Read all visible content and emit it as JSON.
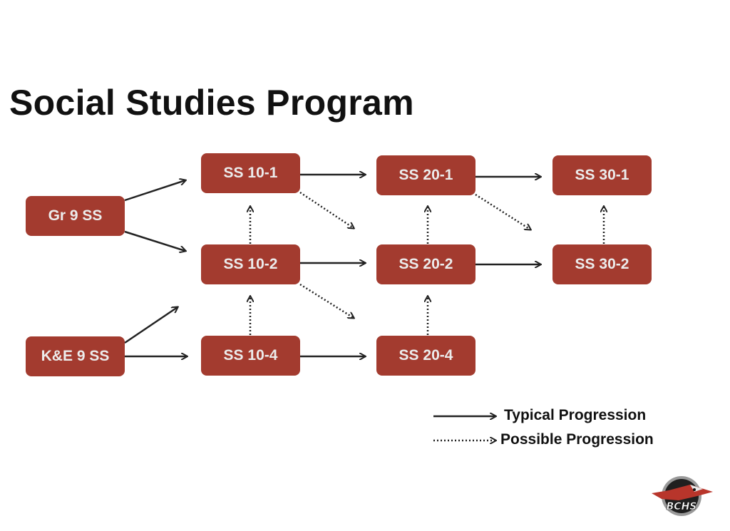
{
  "title": "Social Studies Program",
  "colors": {
    "node": "#a33b2f",
    "node_text": "#ececec",
    "arrow": "#222222"
  },
  "nodes": {
    "gr9": "Gr 9 SS",
    "ke9": "K&E 9 SS",
    "ss10_1": "SS 10-1",
    "ss10_2": "SS 10-2",
    "ss10_4": "SS 10-4",
    "ss20_1": "SS 20-1",
    "ss20_2": "SS 20-2",
    "ss20_4": "SS 20-4",
    "ss30_1": "SS 30-1",
    "ss30_2": "SS 30-2"
  },
  "legend": {
    "typical": "Typical Progression",
    "possible": "Possible Progression"
  },
  "logo": {
    "text": "BCHS",
    "icon": "hawk-head-logo"
  }
}
